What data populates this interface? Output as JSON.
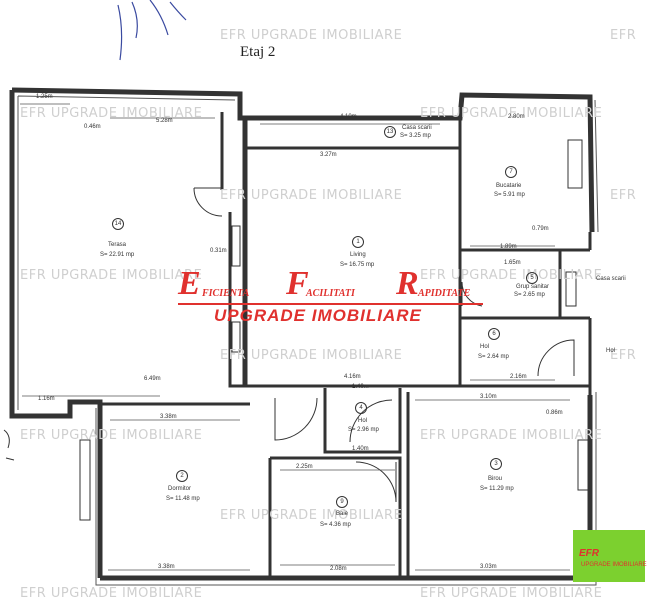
{
  "title": "Etaj 2",
  "watermark_text": "EFR UPGRADE IMOBILIARE",
  "logo": {
    "line1_words": [
      "FICIENTA",
      "ACILITATI",
      "APIDITATE"
    ],
    "line1_initials": [
      "E",
      "F",
      "R"
    ],
    "line2": "UPGRADE IMOBILIARE",
    "color": "#e0312e"
  },
  "badge": {
    "text": "EFR",
    "subtext": "UPGRADE IMOBILIARE",
    "color": "#7cd02f"
  },
  "rooms": [
    {
      "id": "terasa",
      "number": "14",
      "name": "Terasa",
      "area": "S= 22.91 mp"
    },
    {
      "id": "living",
      "number": "1",
      "name": "Living",
      "area": "S= 16.75 mp"
    },
    {
      "id": "casa-scarii",
      "number": "13",
      "name": "Casa scarii",
      "area": "S= 3.25 mp"
    },
    {
      "id": "bucatarie",
      "number": "7",
      "name": "Bucatarie",
      "area": "S= 5.91 mp"
    },
    {
      "id": "grup-sanitar",
      "number": "5",
      "name": "Grup sanitar",
      "area": "S= 2.65 mp"
    },
    {
      "id": "hol-1",
      "number": "6",
      "name": "Hol",
      "area": "S= 2.64 mp"
    },
    {
      "id": "hol-2",
      "number": "4",
      "name": "Hol",
      "area": "S= 2.96 mp"
    },
    {
      "id": "dormitor-1",
      "number": "2",
      "name": "Dormitor",
      "area": "S= 11.48 mp"
    },
    {
      "id": "baie",
      "number": "9",
      "name": "Baie",
      "area": "S= 4.36 mp"
    },
    {
      "id": "dormitor-2",
      "number": "3",
      "name": "Birou",
      "area": "S= 11.29 mp"
    }
  ],
  "side_labels": {
    "right_top": "Casa scarii",
    "right_bottom": "Hol"
  },
  "dims": {
    "terasa_top": "1.25m",
    "terasa_inner": "5.28m",
    "terasa_left": "0.46m",
    "terasa_bottom": "6.49m",
    "terasa_corner": "1.16m",
    "living_top": "4.10m",
    "living_inner": "3.27m",
    "bucatarie_top": "2.80m",
    "bucatarie_bottom": "1.89m",
    "grup_top": "1.65m",
    "hol_bottom": "2.16m",
    "living_bottom": "4.16m",
    "hol2_top": "1.40m",
    "hol2_bottom": "1.40m",
    "dorm_top": "3.38m",
    "dorm_bottom": "3.38m",
    "baie_top": "2.25m",
    "baie_bottom": "2.08m",
    "birou_top": "3.10m",
    "birou_bottom": "3.03m",
    "birou_right": "0.86m",
    "terasa_right": "0.31m",
    "bucatarie_right": "0.79m"
  }
}
